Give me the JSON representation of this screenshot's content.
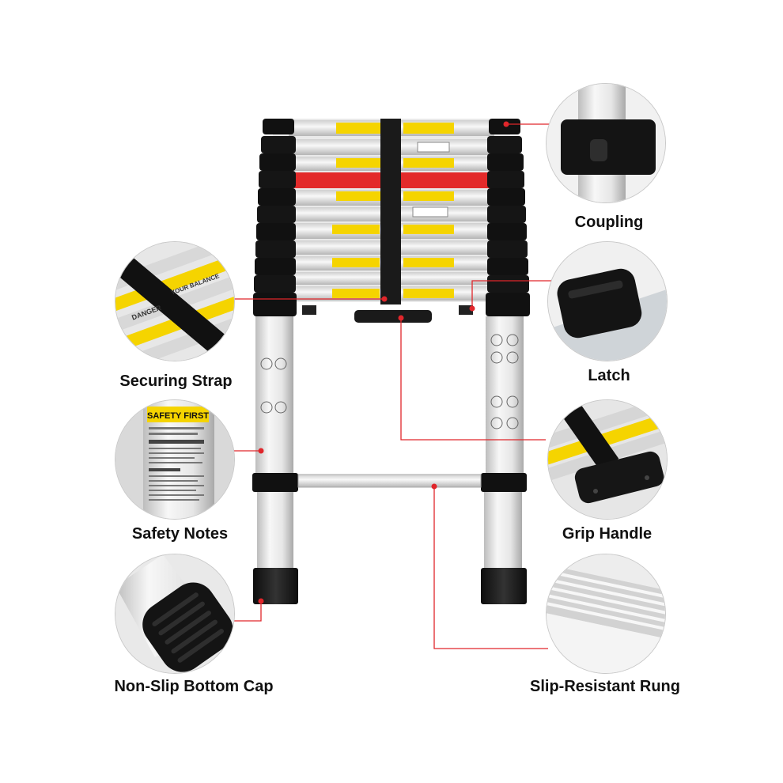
{
  "features": {
    "coupling": "Coupling",
    "latch": "Latch",
    "securing_strap": "Securing Strap",
    "grip_handle": "Grip Handle",
    "safety_notes": "Safety Notes",
    "non_slip_bottom_cap": "Non-Slip Bottom Cap",
    "slip_resistant_rung": "Slip-Resistant Rung"
  },
  "inset_text": {
    "safety_first": "SAFETY FIRST",
    "danger": "DANGER",
    "your_balance": "YOUR BALANCE"
  },
  "colors": {
    "callout_line": "#e0262b",
    "label_safety": "#f5d400",
    "rubber": "#1c1c1c",
    "aluminium": "#d9d9d9"
  }
}
